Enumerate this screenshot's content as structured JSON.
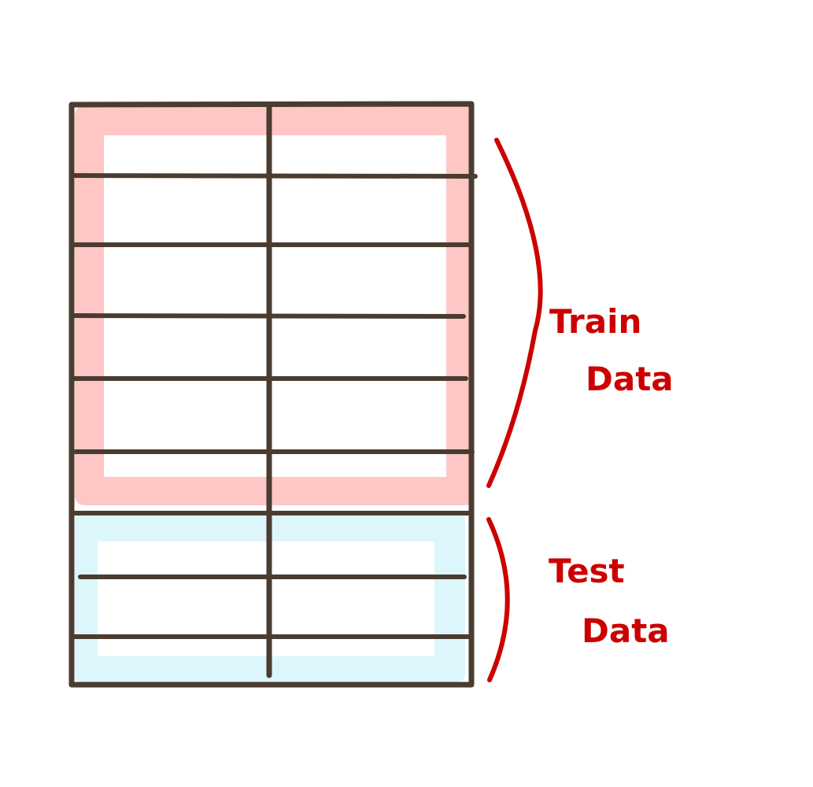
{
  "colors": {
    "grid_line": "#4a3c30",
    "train_highlight": "#ffc6c6",
    "test_highlight": "#dcf6fc",
    "brace_and_text": "#cc0000",
    "background": "#ffffff"
  },
  "table": {
    "columns": 2,
    "train_rows": 6,
    "test_rows": 3
  },
  "labels": {
    "train": {
      "line1": "Train",
      "line2": "Data"
    },
    "test": {
      "line1": "Test",
      "line2": "Data"
    }
  }
}
